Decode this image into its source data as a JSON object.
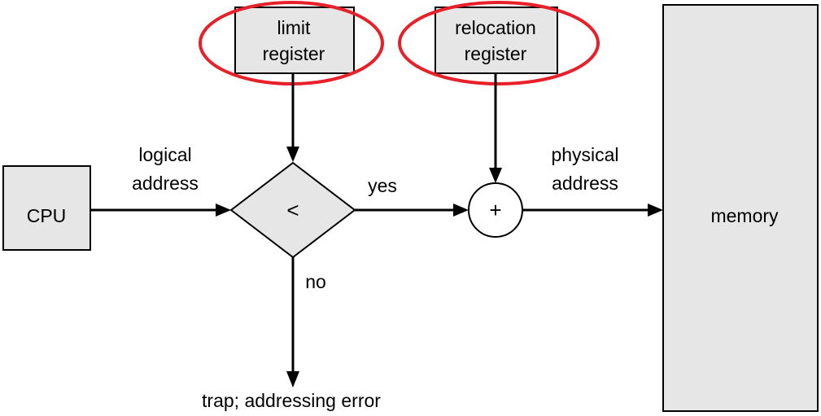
{
  "nodes": {
    "cpu": "CPU",
    "limit_register": [
      "limit",
      "register"
    ],
    "relocation_register": [
      "relocation",
      "register"
    ],
    "comparator": "<",
    "adder": "+",
    "memory": "memory"
  },
  "edges": {
    "logical_address": [
      "logical",
      "address"
    ],
    "physical_address": [
      "physical",
      "address"
    ],
    "yes": "yes",
    "no": "no",
    "trap": "trap; addressing error"
  },
  "colors": {
    "box_fill": "#e6e6e6",
    "stroke": "#000000",
    "highlight": "#e8202a"
  }
}
